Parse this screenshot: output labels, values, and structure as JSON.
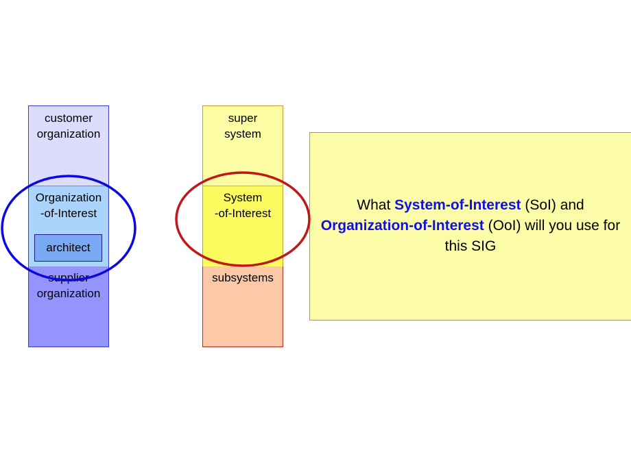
{
  "organization_column": {
    "top_label": "customer\norganization",
    "middle_label": "Organization\n-of-Interest",
    "inner_label": "architect",
    "bottom_label": "supplier\norganization"
  },
  "system_column": {
    "top_label": "super\nsystem",
    "middle_label": "System\n-of-Interest",
    "bottom_label": "subsystems"
  },
  "question": {
    "part1": "What ",
    "term1": "System-of-Interest",
    "part2": " (SoI) and ",
    "term2": "Organization-of-Interest",
    "part3": " (OoI) will you use for this SIG"
  },
  "colors": {
    "org_ellipse": "#0a0ae0",
    "sys_ellipse": "#c01818",
    "emphasis": "#1010e0"
  }
}
